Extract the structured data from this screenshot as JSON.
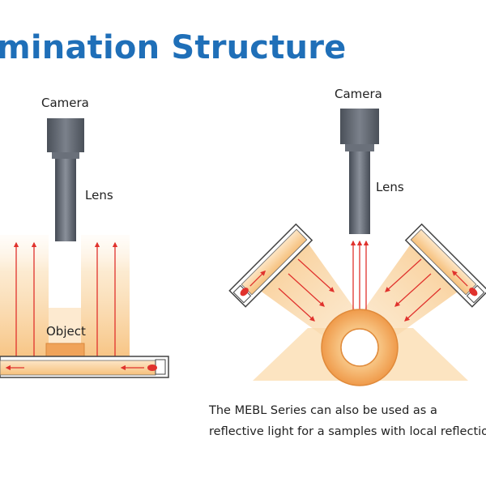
{
  "title": "mination Structure",
  "left_diagram": {
    "camera_label": "Camera",
    "lens_label": "Lens",
    "object_label": "Object"
  },
  "right_diagram": {
    "camera_label": "Camera",
    "lens_label": "Lens"
  },
  "caption": {
    "line1": "The MEBL Series can also be used as a",
    "line2": "reflective light for a samples with local reflection"
  },
  "colors": {
    "title": "#1f6fb8",
    "light_glow": "#f8c98a",
    "arrow": "#e0322d",
    "camera_body": "#5d6470",
    "object": "#f0a35a",
    "ring": "#f2a35b"
  }
}
